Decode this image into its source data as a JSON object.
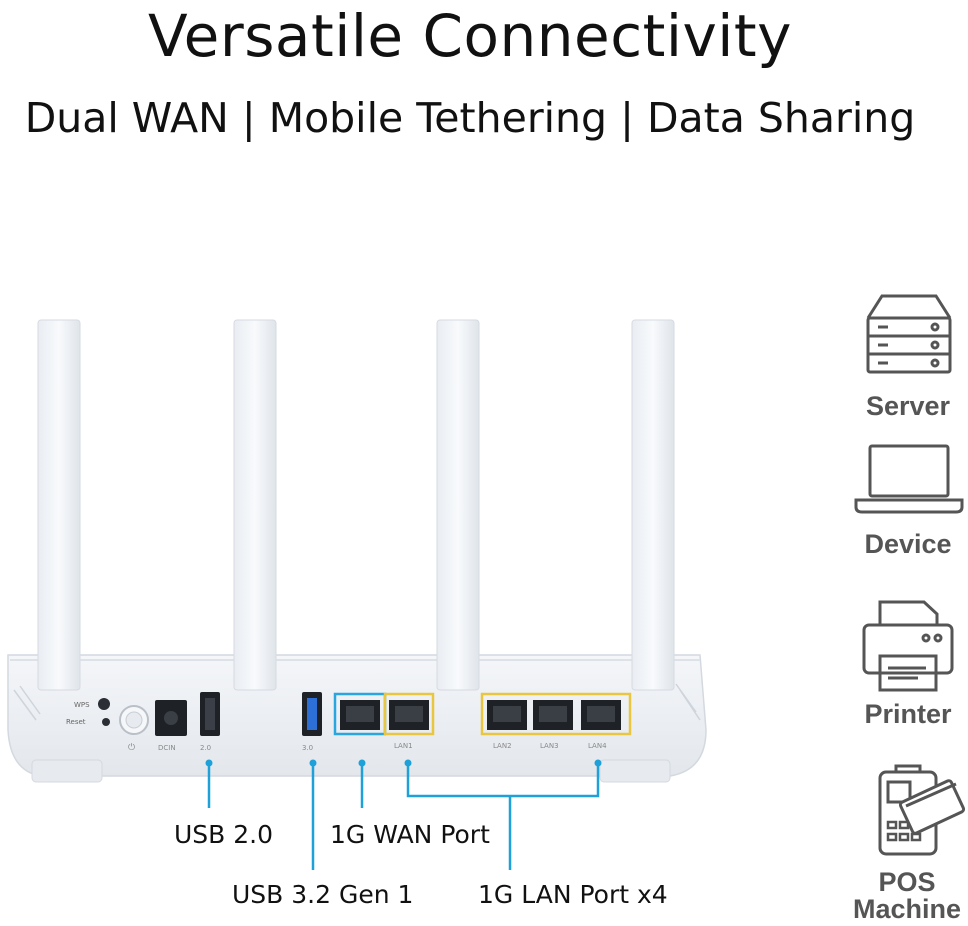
{
  "header": {
    "title": "Versatile Connectivity",
    "subtitle": "Dual WAN | Mobile Tethering | Data Sharing"
  },
  "router_labels": {
    "wps": "WPS",
    "reset": "Reset",
    "dcin": "DCIN",
    "usb2_mark": "2.0",
    "usb3_mark": "3.0",
    "lan1": "LAN1",
    "lan2": "LAN2",
    "lan3": "LAN3",
    "lan4": "LAN4"
  },
  "callouts": {
    "usb20": "USB 2.0",
    "usb32": "USB 3.2 Gen 1",
    "wan": "1G WAN Port",
    "lan": "1G LAN Port x4"
  },
  "sidebar": {
    "items": [
      {
        "label": "Server",
        "icon": "server-icon"
      },
      {
        "label": "Device",
        "icon": "laptop-icon"
      },
      {
        "label": "Printer",
        "icon": "printer-icon"
      },
      {
        "label": "POS Machine",
        "icon": "pos-machine-icon"
      }
    ]
  },
  "colors": {
    "callout_line": "#1ea0d8",
    "wan_highlight": "#2aa6df",
    "lan_highlight": "#e8c640",
    "icon_gray": "#555555"
  }
}
